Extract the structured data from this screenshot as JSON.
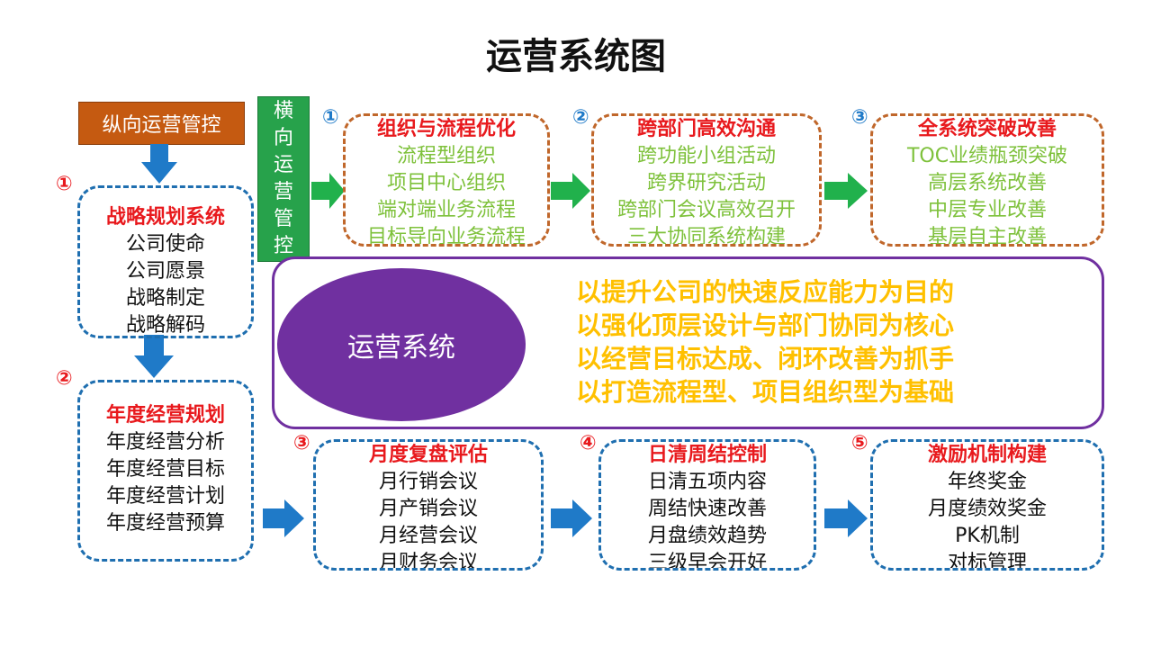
{
  "title": "运营系统图",
  "vertical_tag": "纵向运营管控",
  "horizontal_tag": [
    "横",
    "向",
    "运",
    "营",
    "管",
    "控"
  ],
  "left_boxes": [
    {
      "num": "①",
      "title": "战略规划系统",
      "items": [
        "公司使命",
        "公司愿景",
        "战略制定",
        "战略解码"
      ]
    },
    {
      "num": "②",
      "title": "年度经营规划",
      "items": [
        "年度经营分析",
        "年度经营目标",
        "年度经营计划",
        "年度经营预算"
      ]
    }
  ],
  "top_boxes": [
    {
      "num": "①",
      "title": "组织与流程优化",
      "items": [
        "流程型组织",
        "项目中心组织",
        "端对端业务流程",
        "目标导向业务流程"
      ]
    },
    {
      "num": "②",
      "title": "跨部门高效沟通",
      "items": [
        "跨功能小组活动",
        "跨界研究活动",
        "跨部门会议高效召开",
        "三大协同系统构建"
      ]
    },
    {
      "num": "③",
      "title": "全系统突破改善",
      "items": [
        "TOC业绩瓶颈突破",
        "高层系统改善",
        "中层专业改善",
        "基层自主改善"
      ]
    }
  ],
  "bottom_boxes": [
    {
      "num": "③",
      "title": "月度复盘评估",
      "items": [
        "月行销会议",
        "月产销会议",
        "月经营会议",
        "月财务会议"
      ]
    },
    {
      "num": "④",
      "title": "日清周结控制",
      "items": [
        "日清五项内容",
        "周结快速改善",
        "月盘绩效趋势",
        "三级早会开好"
      ]
    },
    {
      "num": "⑤",
      "title": "激励机制构建",
      "items": [
        "年终奖金",
        "月度绩效奖金",
        "PK机制",
        "对标管理"
      ]
    }
  ],
  "core": {
    "label": "运营系统",
    "goals": [
      "以提升公司的快速反应能力为目的",
      "以强化顶层设计与部门协同为核心",
      "以经营目标达成、闭环改善为抓手",
      "以打造流程型、项目组织型为基础"
    ]
  },
  "colors": {
    "title_red": "#e8191d",
    "green_text": "#7ec13b",
    "blue_border": "#1f6fb0",
    "brown_border": "#c0672b",
    "purple": "#7030a0",
    "gold": "#ffc000",
    "arrow_blue": "#1f7ac8",
    "arrow_green": "#21b14c"
  }
}
